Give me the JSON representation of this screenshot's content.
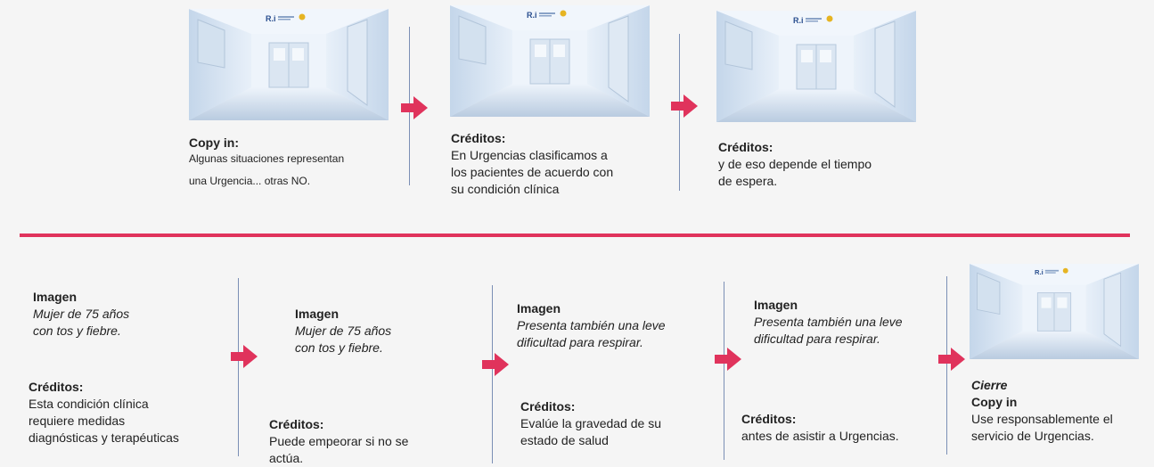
{
  "colors": {
    "accent": "#e0335c",
    "divider": "#7b8fb5",
    "background": "#f5f5f5"
  },
  "top": {
    "steps": [
      {
        "heading": "Copy in:",
        "lines": [
          "Algunas situaciones representan",
          "una Urgencia... otras NO."
        ]
      },
      {
        "heading": "Créditos:",
        "lines": [
          "En Urgencias clasificamos a",
          "los pacientes de acuerdo con",
          "su condición clínica"
        ]
      },
      {
        "heading": "Créditos:",
        "lines": [
          "y de eso depende el tiempo",
          "de espera."
        ]
      }
    ]
  },
  "bottom": {
    "steps": [
      {
        "image_heading": "Imagen",
        "image_lines": [
          "Mujer de 75 años",
          "con tos y fiebre."
        ],
        "credits_heading": "Créditos:",
        "credits_lines": [
          "Esta condición clínica",
          "requiere medidas",
          "diagnósticas y terapéuticas"
        ]
      },
      {
        "image_heading": "Imagen",
        "image_lines": [
          "Mujer de 75 años",
          "con tos y fiebre."
        ],
        "credits_heading": "Créditos:",
        "credits_lines": [
          "Puede empeorar si no se",
          "actúa."
        ]
      },
      {
        "image_heading": "Imagen",
        "image_lines": [
          "Presenta también una leve",
          "dificultad para respirar."
        ],
        "credits_heading": "Créditos:",
        "credits_lines": [
          "Evalúe la gravedad de su",
          "estado de salud"
        ]
      },
      {
        "image_heading": "Imagen",
        "image_lines": [
          "Presenta también una leve",
          "dificultad para respirar."
        ],
        "credits_heading": "Créditos:",
        "credits_lines": [
          "antes de asistir a Urgencias."
        ]
      },
      {
        "closing_label": "Cierre",
        "copy_heading": "Copy in",
        "copy_lines": [
          "Use responsablemente el",
          "servicio de Urgencias."
        ]
      }
    ]
  }
}
